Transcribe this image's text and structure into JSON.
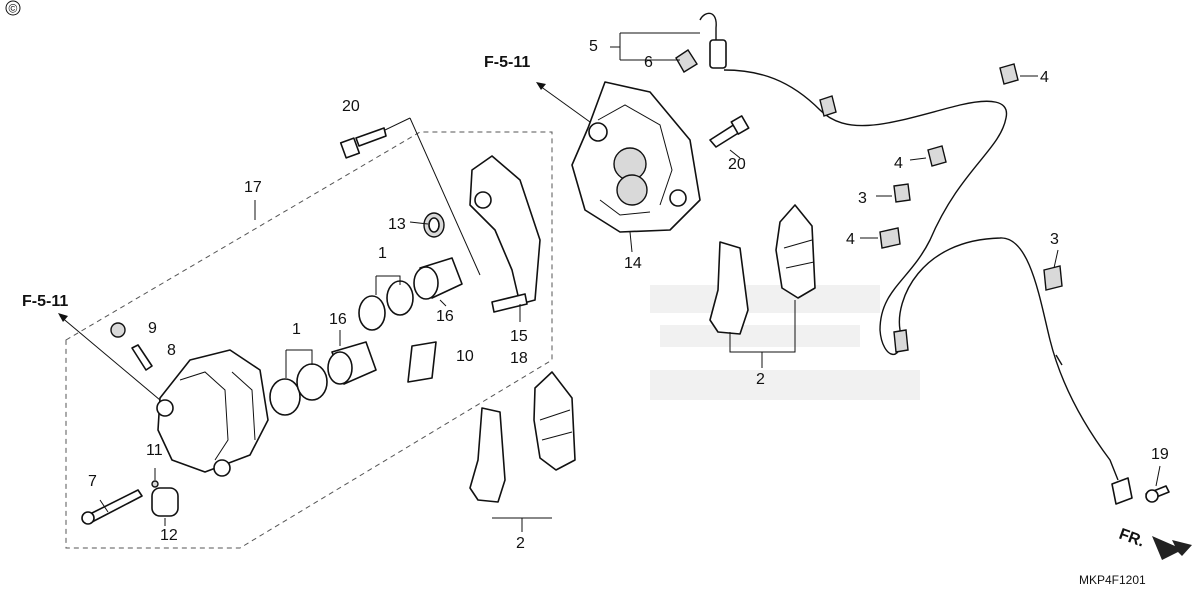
{
  "diagram_code": "MKP4F1201",
  "copyright_symbol": "©",
  "direction_label": "FR.",
  "references": [
    {
      "id": "ref-left",
      "text": "F-5-11"
    },
    {
      "id": "ref-top",
      "text": "F-5-11"
    }
  ],
  "callouts": {
    "n1a": "1",
    "n1b": "1",
    "n2a": "2",
    "n2b": "2",
    "n3a": "3",
    "n3b": "3",
    "n4a": "4",
    "n4b": "4",
    "n4c": "4",
    "n5": "5",
    "n6": "6",
    "n7": "7",
    "n8": "8",
    "n9": "9",
    "n10": "10",
    "n11": "11",
    "n12": "12",
    "n13": "13",
    "n14": "14",
    "n15": "15",
    "n16a": "16",
    "n16b": "16",
    "n17": "17",
    "n18": "18",
    "n19": "19",
    "n20a": "20",
    "n20b": "20"
  }
}
